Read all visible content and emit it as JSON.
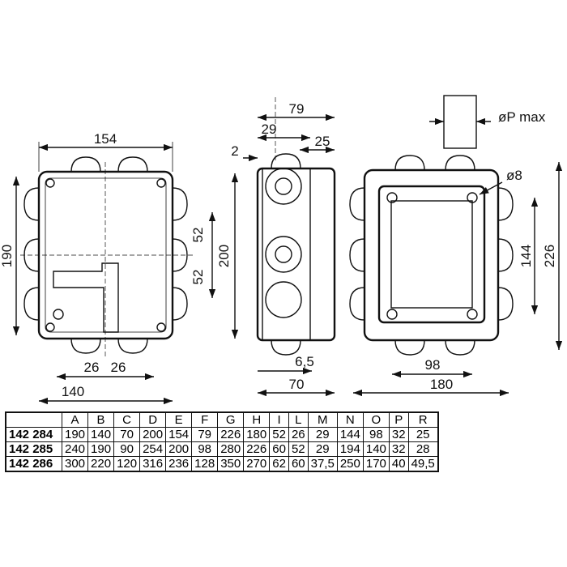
{
  "drawing": {
    "front_view": {
      "width": "154",
      "height": "190",
      "spacing_upper": "52",
      "spacing_lower": "52",
      "overall_height": "200",
      "gland_gap_left": "26",
      "gland_gap_right": "26",
      "bottom_width": "140"
    },
    "side_view": {
      "depth": "79",
      "lid": "29",
      "wall": "2",
      "gland": "25",
      "offset": "6,5",
      "base": "70"
    },
    "rear_view": {
      "cable_label": "øP max",
      "hole_label": "ø8",
      "hole_spacing_v": "144",
      "overall_height": "226",
      "hole_spacing_h": "98",
      "overall_width": "180"
    }
  },
  "table": {
    "headers": [
      "",
      "A",
      "B",
      "C",
      "D",
      "E",
      "F",
      "G",
      "H",
      "I",
      "L",
      "M",
      "N",
      "O",
      "P",
      "R"
    ],
    "rows": [
      [
        "142 284",
        "190",
        "140",
        "70",
        "200",
        "154",
        "79",
        "226",
        "180",
        "52",
        "26",
        "29",
        "144",
        "98",
        "32",
        "25"
      ],
      [
        "142 285",
        "240",
        "190",
        "90",
        "254",
        "200",
        "98",
        "280",
        "226",
        "60",
        "52",
        "29",
        "194",
        "140",
        "32",
        "28"
      ],
      [
        "142 286",
        "300",
        "220",
        "120",
        "316",
        "236",
        "128",
        "350",
        "270",
        "62",
        "60",
        "37,5",
        "250",
        "170",
        "40",
        "49,5"
      ]
    ]
  }
}
